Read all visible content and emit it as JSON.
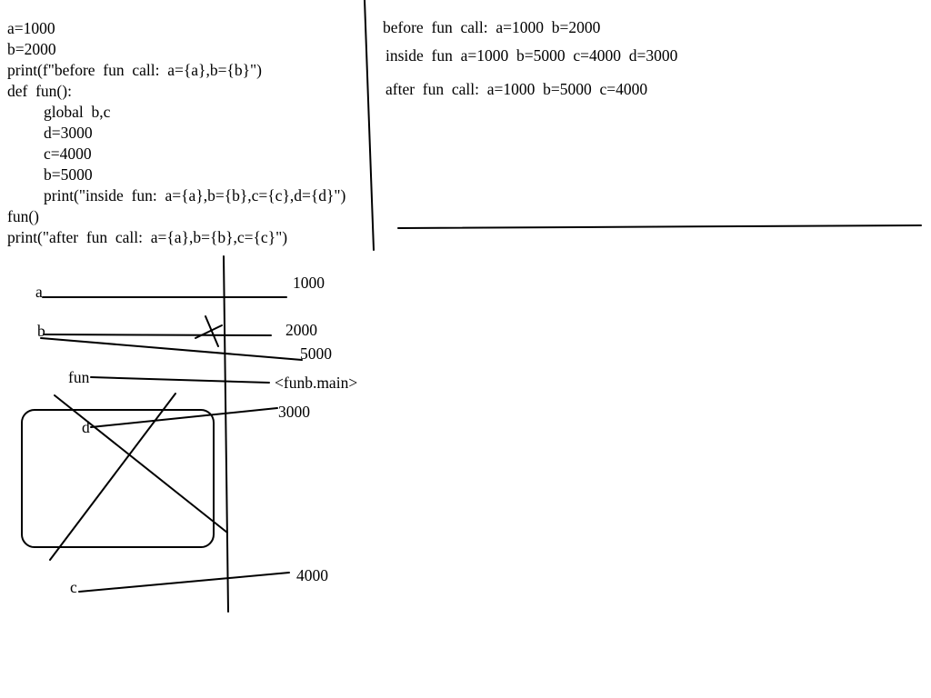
{
  "code": {
    "lines": [
      "a=1000",
      "b=2000",
      "print(f\"before  fun  call:  a={a},b={b}\")",
      "def  fun():",
      "global  b,c",
      "d=3000",
      "c=4000",
      "b=5000",
      "print(\"inside  fun:  a={a},b={b},c={c},d={d}\")",
      "fun()",
      "print(\"after  fun  call:  a={a},b={b},c={c}\")"
    ]
  },
  "output": {
    "before": "before  fun  call:  a=1000  b=2000",
    "inside": "inside  fun  a=1000  b=5000  c=4000  d=3000",
    "after": "after  fun  call:  a=1000  b=5000  c=4000"
  },
  "diagram": {
    "var_a": "a",
    "var_b": "b",
    "var_fun": "fun",
    "var_d": "d",
    "var_c": "c",
    "val_1000": "1000",
    "val_2000": "2000",
    "val_5000": "5000",
    "val_fun": "<funb.main>",
    "val_3000": "3000",
    "val_4000": "4000"
  }
}
